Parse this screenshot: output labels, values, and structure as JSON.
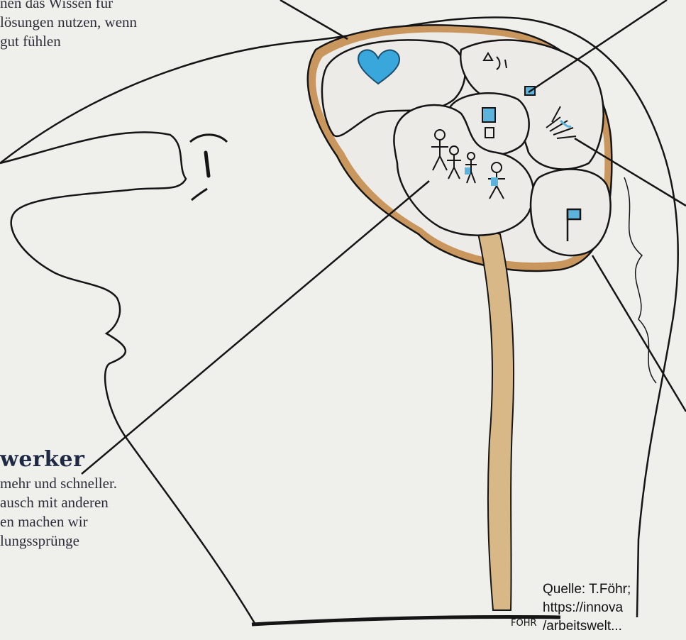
{
  "captions": {
    "top": [
      "nen das Wissen für",
      "lösungen nutzen, wenn",
      "gut fühlen"
    ],
    "bottom_title": "werker",
    "bottom": [
      "mehr und schneller.",
      "ausch mit anderen",
      "en  machen wir",
      "lungssprünge"
    ]
  },
  "source": [
    "Quelle: T.Föhr;",
    "https://innova",
    "/arbeitswelt..."
  ],
  "signature": "FÖHR",
  "icons": {
    "heart": "heart-icon",
    "people": "people-icon",
    "tools": "tools-icon",
    "hand": "hand-icon",
    "flag": "flag-icon",
    "glass": "glass-icon"
  },
  "colors": {
    "ink": "#151515",
    "paper": "#efefec",
    "heart": "#3aa7dc",
    "accent_blue": "#5cb3dc",
    "brain_tan": "#c9965e",
    "brain_fill": "#ecebe7"
  }
}
